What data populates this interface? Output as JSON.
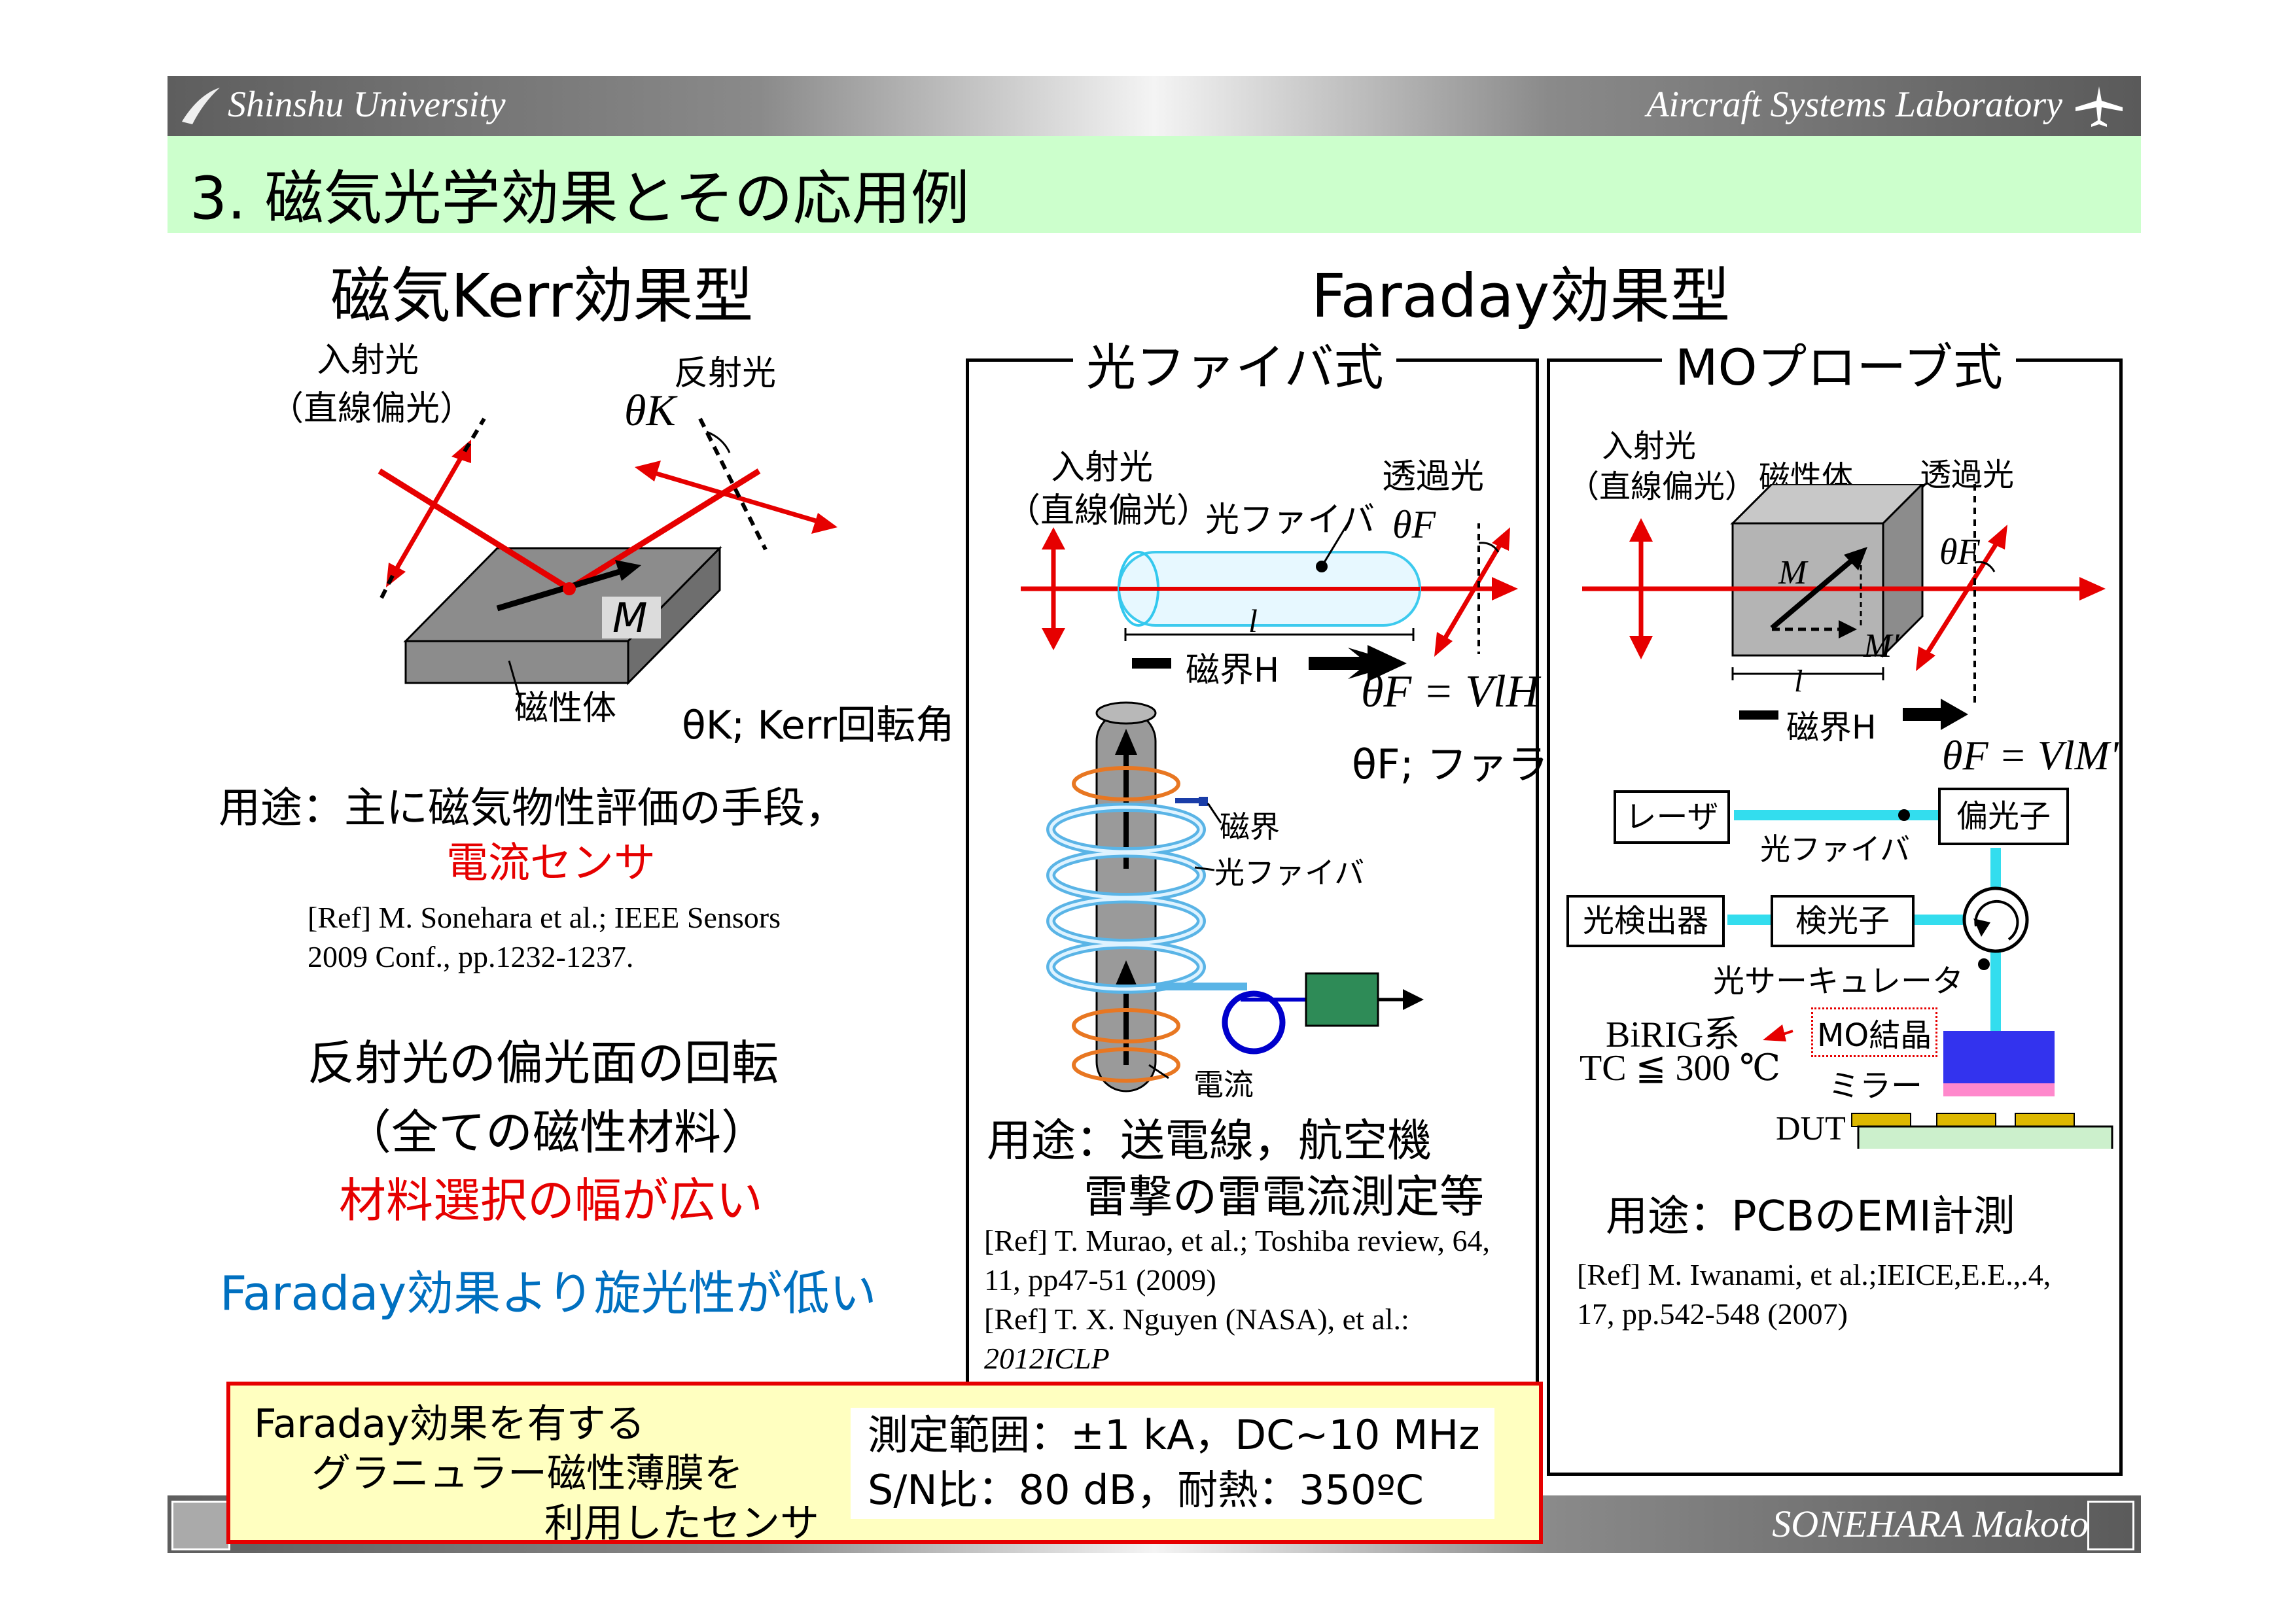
{
  "header": {
    "university": "Shinshu University",
    "laboratory": "Aircraft Systems Laboratory",
    "title": "3. 磁気光学効果とその応用例"
  },
  "footer": {
    "author": "SONEHARA Makoto"
  },
  "kerr": {
    "heading": "磁気Kerr効果型",
    "incident_label": "入射光",
    "incident_sub": "（直線偏光）",
    "reflected_label": "反射光",
    "theta_k": "θK",
    "magnetization": "M",
    "body_label": "磁性体",
    "rotation_caption": "θK; Kerr回転角",
    "usage_line1": "用途：主に磁気物性評価の手段，",
    "usage_line2": "電流センサ",
    "ref_line1": "[Ref] M. Sonehara et al.; IEEE Sensors",
    "ref_line2": "2009 Conf., pp.1232-1237.",
    "point_line1": "反射光の偏光面の回転",
    "point_line2": "（全ての磁性材料）",
    "point_line3": "材料選択の幅が広い",
    "point_line4": "Faraday効果より旋光性が低い"
  },
  "faraday": {
    "heading": "Faraday効果型",
    "fiber": {
      "legend": "光ファイバ式",
      "incident_label": "入射光",
      "incident_sub": "（直線偏光）",
      "fiber_label": "光ファイバ",
      "transmitted_label": "透過光",
      "theta_f": "θF",
      "length": "l",
      "field_label": "磁界H",
      "equation": "θF = VlH",
      "rotation_caption": "θF; ファラデー回転角",
      "coil_field": "磁界",
      "coil_fiber": "光ファイバ",
      "coil_current": "電流",
      "usage_line1": "用途：送電線，航空機",
      "usage_line2": "雷撃の雷電流測定等",
      "ref_line1": "[Ref] T. Murao, et al.; Toshiba review, 64,",
      "ref_line2": "11, pp47-51 (2009)",
      "ref_line3": "[Ref] T. X. Nguyen (NASA), et al.:",
      "ref_line4": "2012ICLP"
    },
    "probe": {
      "legend": "MOプローブ式",
      "incident_label": "入射光",
      "incident_sub": "（直線偏光）",
      "body_label": "磁性体",
      "transmitted_label": "透過光",
      "theta_f": "θF",
      "magnetization": "M",
      "magnetization2": "M′",
      "length": "l",
      "field_label": "磁界H",
      "equation": "θF = VlM'",
      "laser": "レーザ",
      "fiber": "光ファイバ",
      "polarizer": "偏光子",
      "detector": "光検出器",
      "analyzer": "検光子",
      "circulator": "光サーキュレータ",
      "birig": "BiRIG系",
      "tc": "TC ≦ 300 ℃",
      "crystal": "MO結晶",
      "mirror": "ミラー",
      "dut": "DUT",
      "usage": "用途：PCBのEMI計測",
      "ref_line1": "[Ref] M. Iwanami, et al.;IEICE,E.E.,.4,",
      "ref_line2": "17, pp.542-548 (2007)"
    }
  },
  "highlight": {
    "line1": "Faraday効果を有する",
    "line2": "グラニュラー磁性薄膜を",
    "line3": "利用したセンサ",
    "spec1": "測定範囲：±1 kA，DC~10 MHz",
    "spec2": "S/N比：80 dB，耐熱：350ºC"
  }
}
